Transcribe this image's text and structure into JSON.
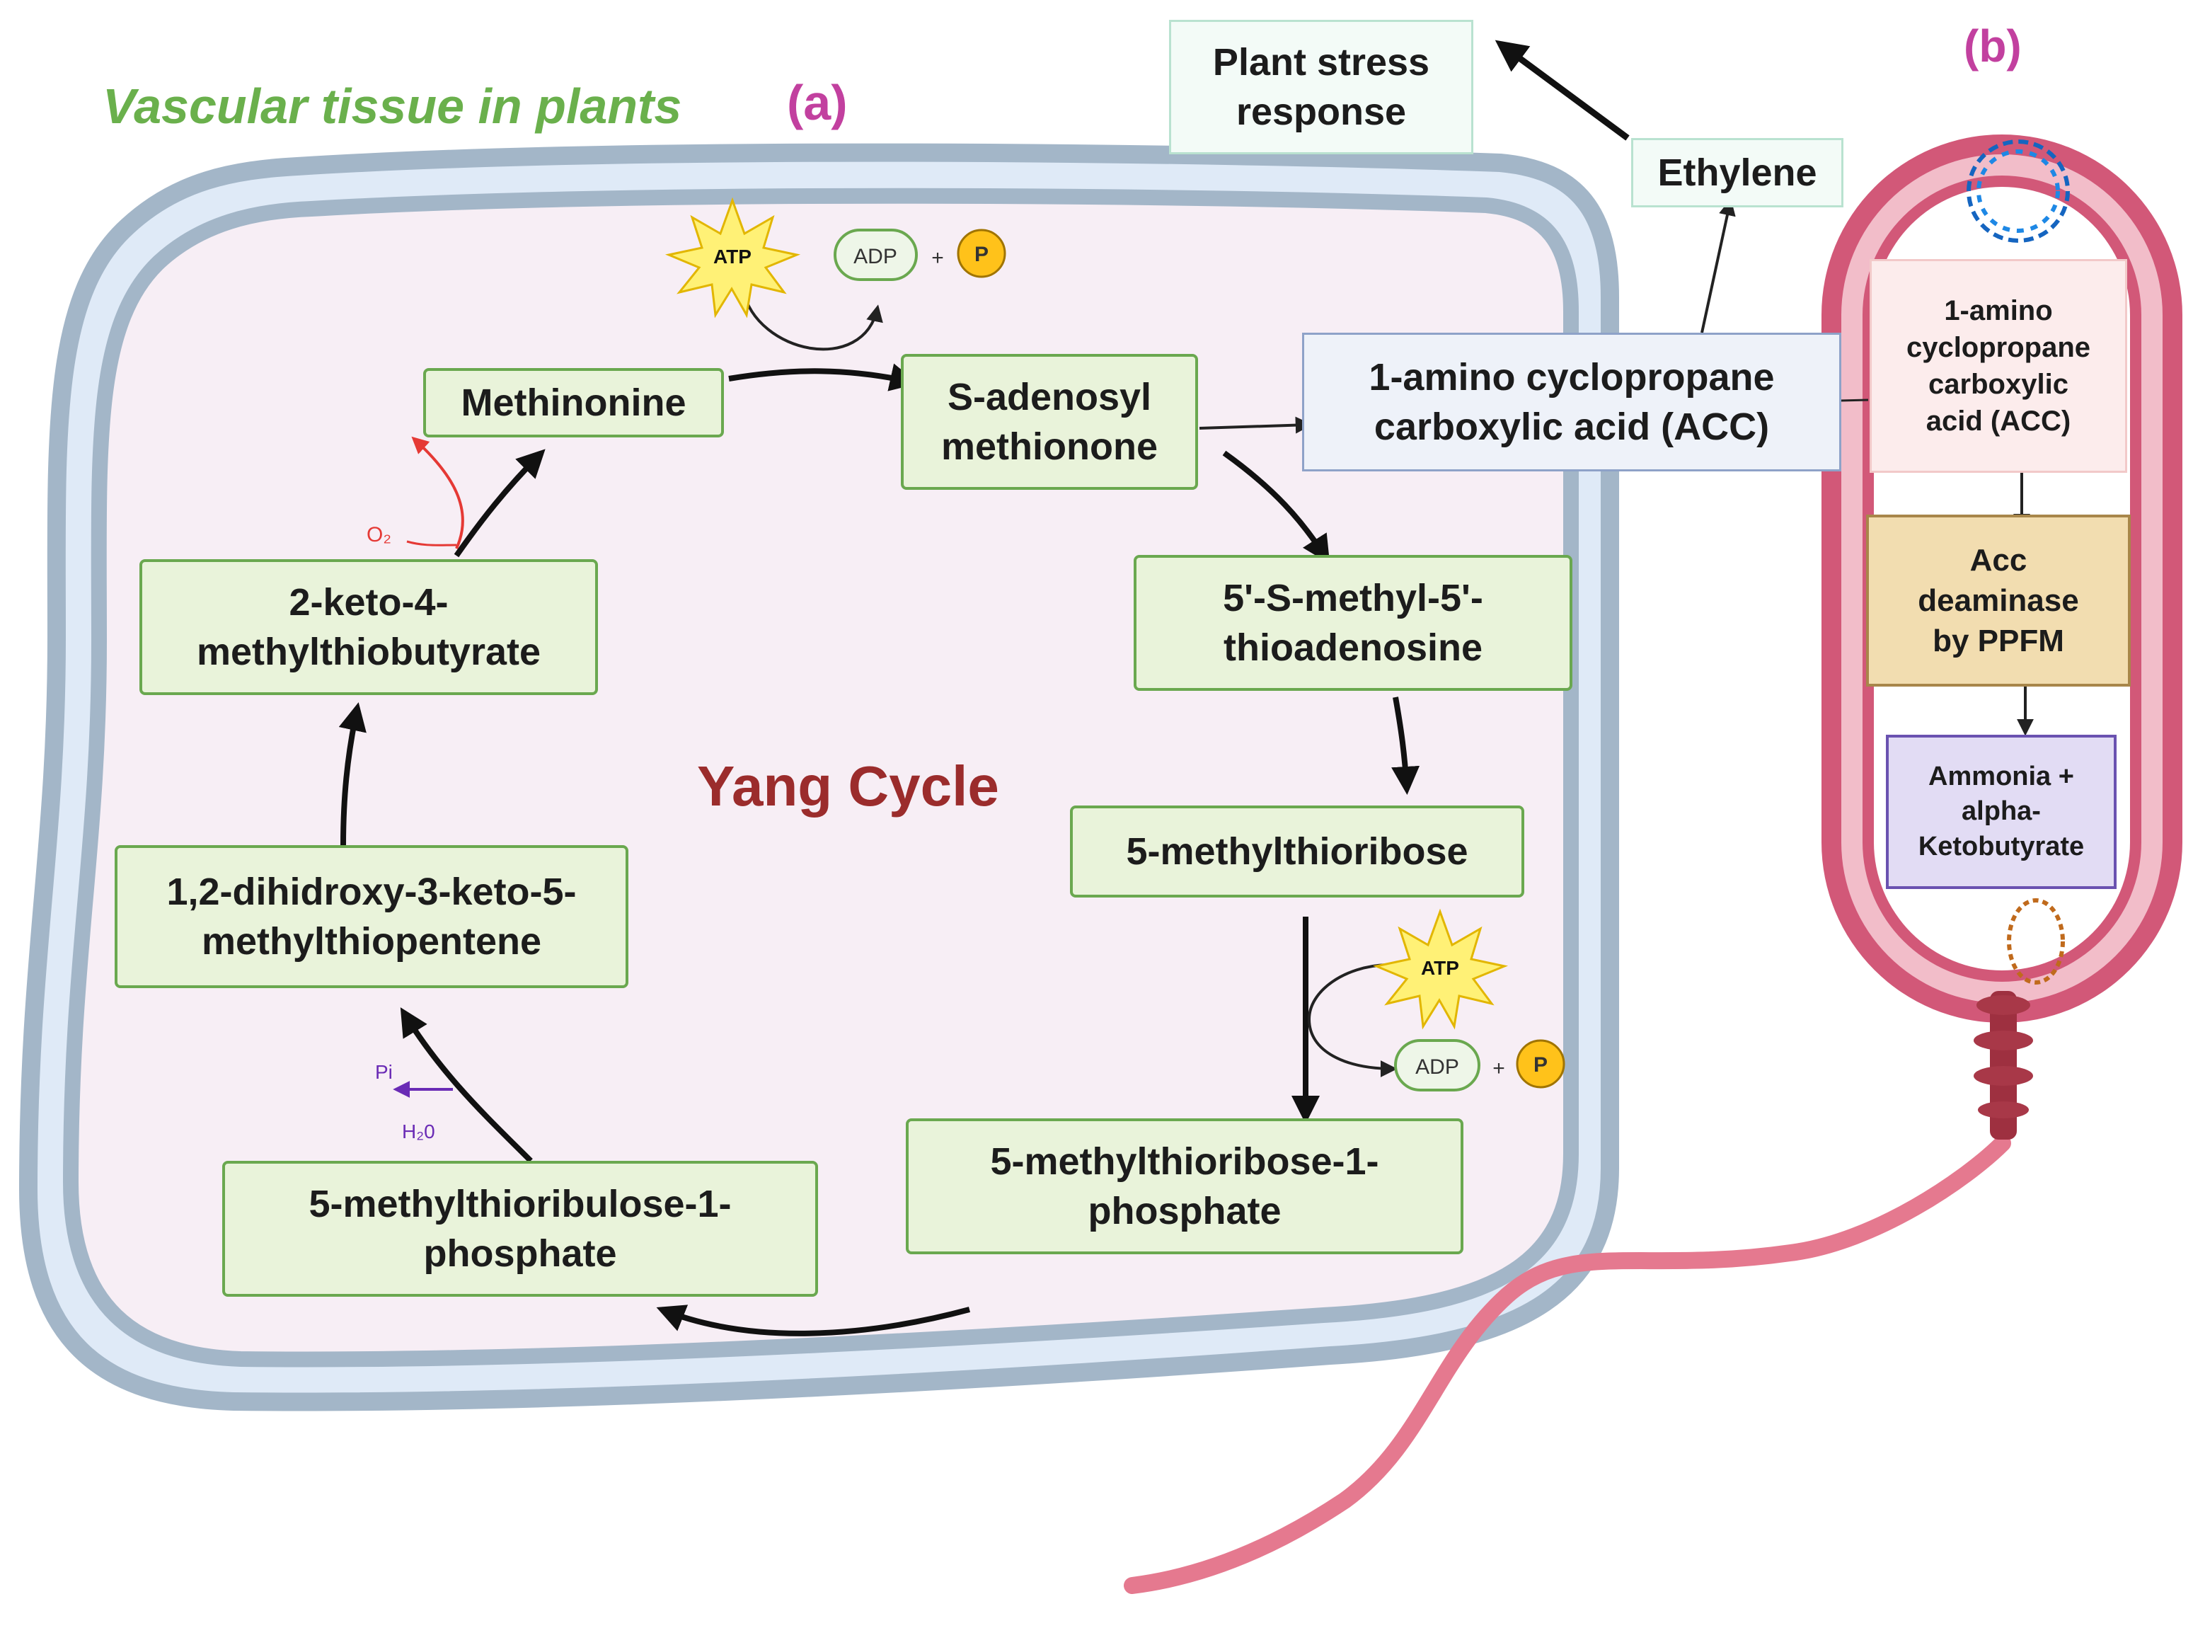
{
  "diagram": {
    "header_left": "Vascular tissue in plants",
    "label_a": "(a)",
    "label_b": "(b)",
    "cycle_title": "Yang Cycle",
    "nodes": {
      "methionine": "Methinonine",
      "sam": "S-adenosyl\nmethionone",
      "mta": "5'-S-methyl-5'-\nthioadenosine",
      "mtr": "5-methylthioribose",
      "mtr1p": "5-methylthioribose-1-\nphosphate",
      "mtru1p": "5-methylthioribulose-1-\nphosphate",
      "dhk": "1,2-dihidroxy-3-keto-5-\nmethylthiopentene",
      "kmtb": "2-keto-4-\nmethylthiobutyrate",
      "acc": "1-amino cyclopropane\ncarboxylic acid (ACC)",
      "ethylene": "Ethylene",
      "stress": "Plant stress\nresponse",
      "acc_bacteria": "1-amino\ncyclopropane\ncarboxylic\nacid (ACC)",
      "deaminase": "Acc\ndeaminase\nby PPFM",
      "ammonia": "Ammonia +\nalpha-\nKetobutyrate"
    },
    "cofactors": {
      "atp": "ATP",
      "adp": "ADP",
      "plus": "+",
      "p": "P",
      "o2": "O₂",
      "pi": "Pi",
      "h2o": "H₂0"
    },
    "colors": {
      "header_left": "#6ab04c",
      "panel_label": "#c2409f",
      "cycle_title": "#9b2c2c",
      "o2": "#e53935",
      "pi": "#6a2bb5"
    }
  }
}
